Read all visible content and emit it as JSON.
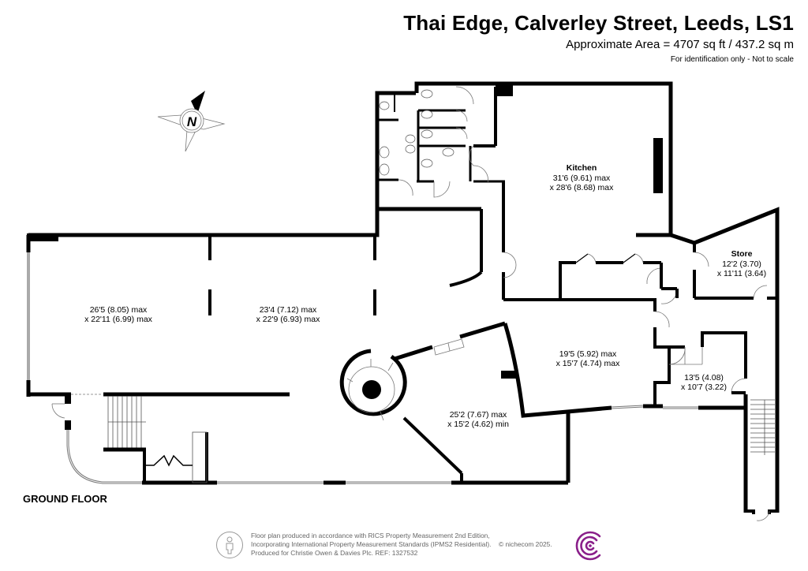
{
  "header": {
    "title": "Thai Edge, Calverley Street, Leeds, LS1",
    "area": "Approximate Area = 4707 sq ft / 437.2 sq m",
    "note": "For identification only - Not to scale"
  },
  "compass": {
    "label": "N",
    "icon": "north-compass-icon"
  },
  "floor": {
    "label": "GROUND FLOOR"
  },
  "rooms": [
    {
      "id": "dining-west",
      "title": "",
      "line1": "26'5 (8.05) max",
      "line2": "x 22'11 (6.99) max"
    },
    {
      "id": "dining-centre",
      "title": "",
      "line1": "23'4 (7.12) max",
      "line2": "x 22'9 (6.93) max"
    },
    {
      "id": "kitchen",
      "title": "Kitchen",
      "line1": "31'6 (9.61) max",
      "line2": "x 28'6 (8.68) max"
    },
    {
      "id": "store",
      "title": "Store",
      "line1": "12'2 (3.70)",
      "line2": "x 11'11 (3.64)"
    },
    {
      "id": "room-east",
      "title": "",
      "line1": "19'5 (5.92) max",
      "line2": "x 15'7 (4.74) max"
    },
    {
      "id": "room-south",
      "title": "",
      "line1": "25'2 (7.67) max",
      "line2": "x 15'2 (4.62) min"
    },
    {
      "id": "room-small",
      "title": "",
      "line1": "13'5 (4.08)",
      "line2": "x 10'7 (3.22)"
    }
  ],
  "footer": {
    "line1": "Floor plan produced in accordance with RICS Property Measurement 2nd Edition,",
    "line2": "Incorporating International Property Measurement Standards (IPMS2 Residential).",
    "line3": "Produced for Christie Owen & Davies Plc.   REF: 1327532",
    "copyright": "© nichecom 2025.",
    "logo_color": "#8a1f8a"
  }
}
